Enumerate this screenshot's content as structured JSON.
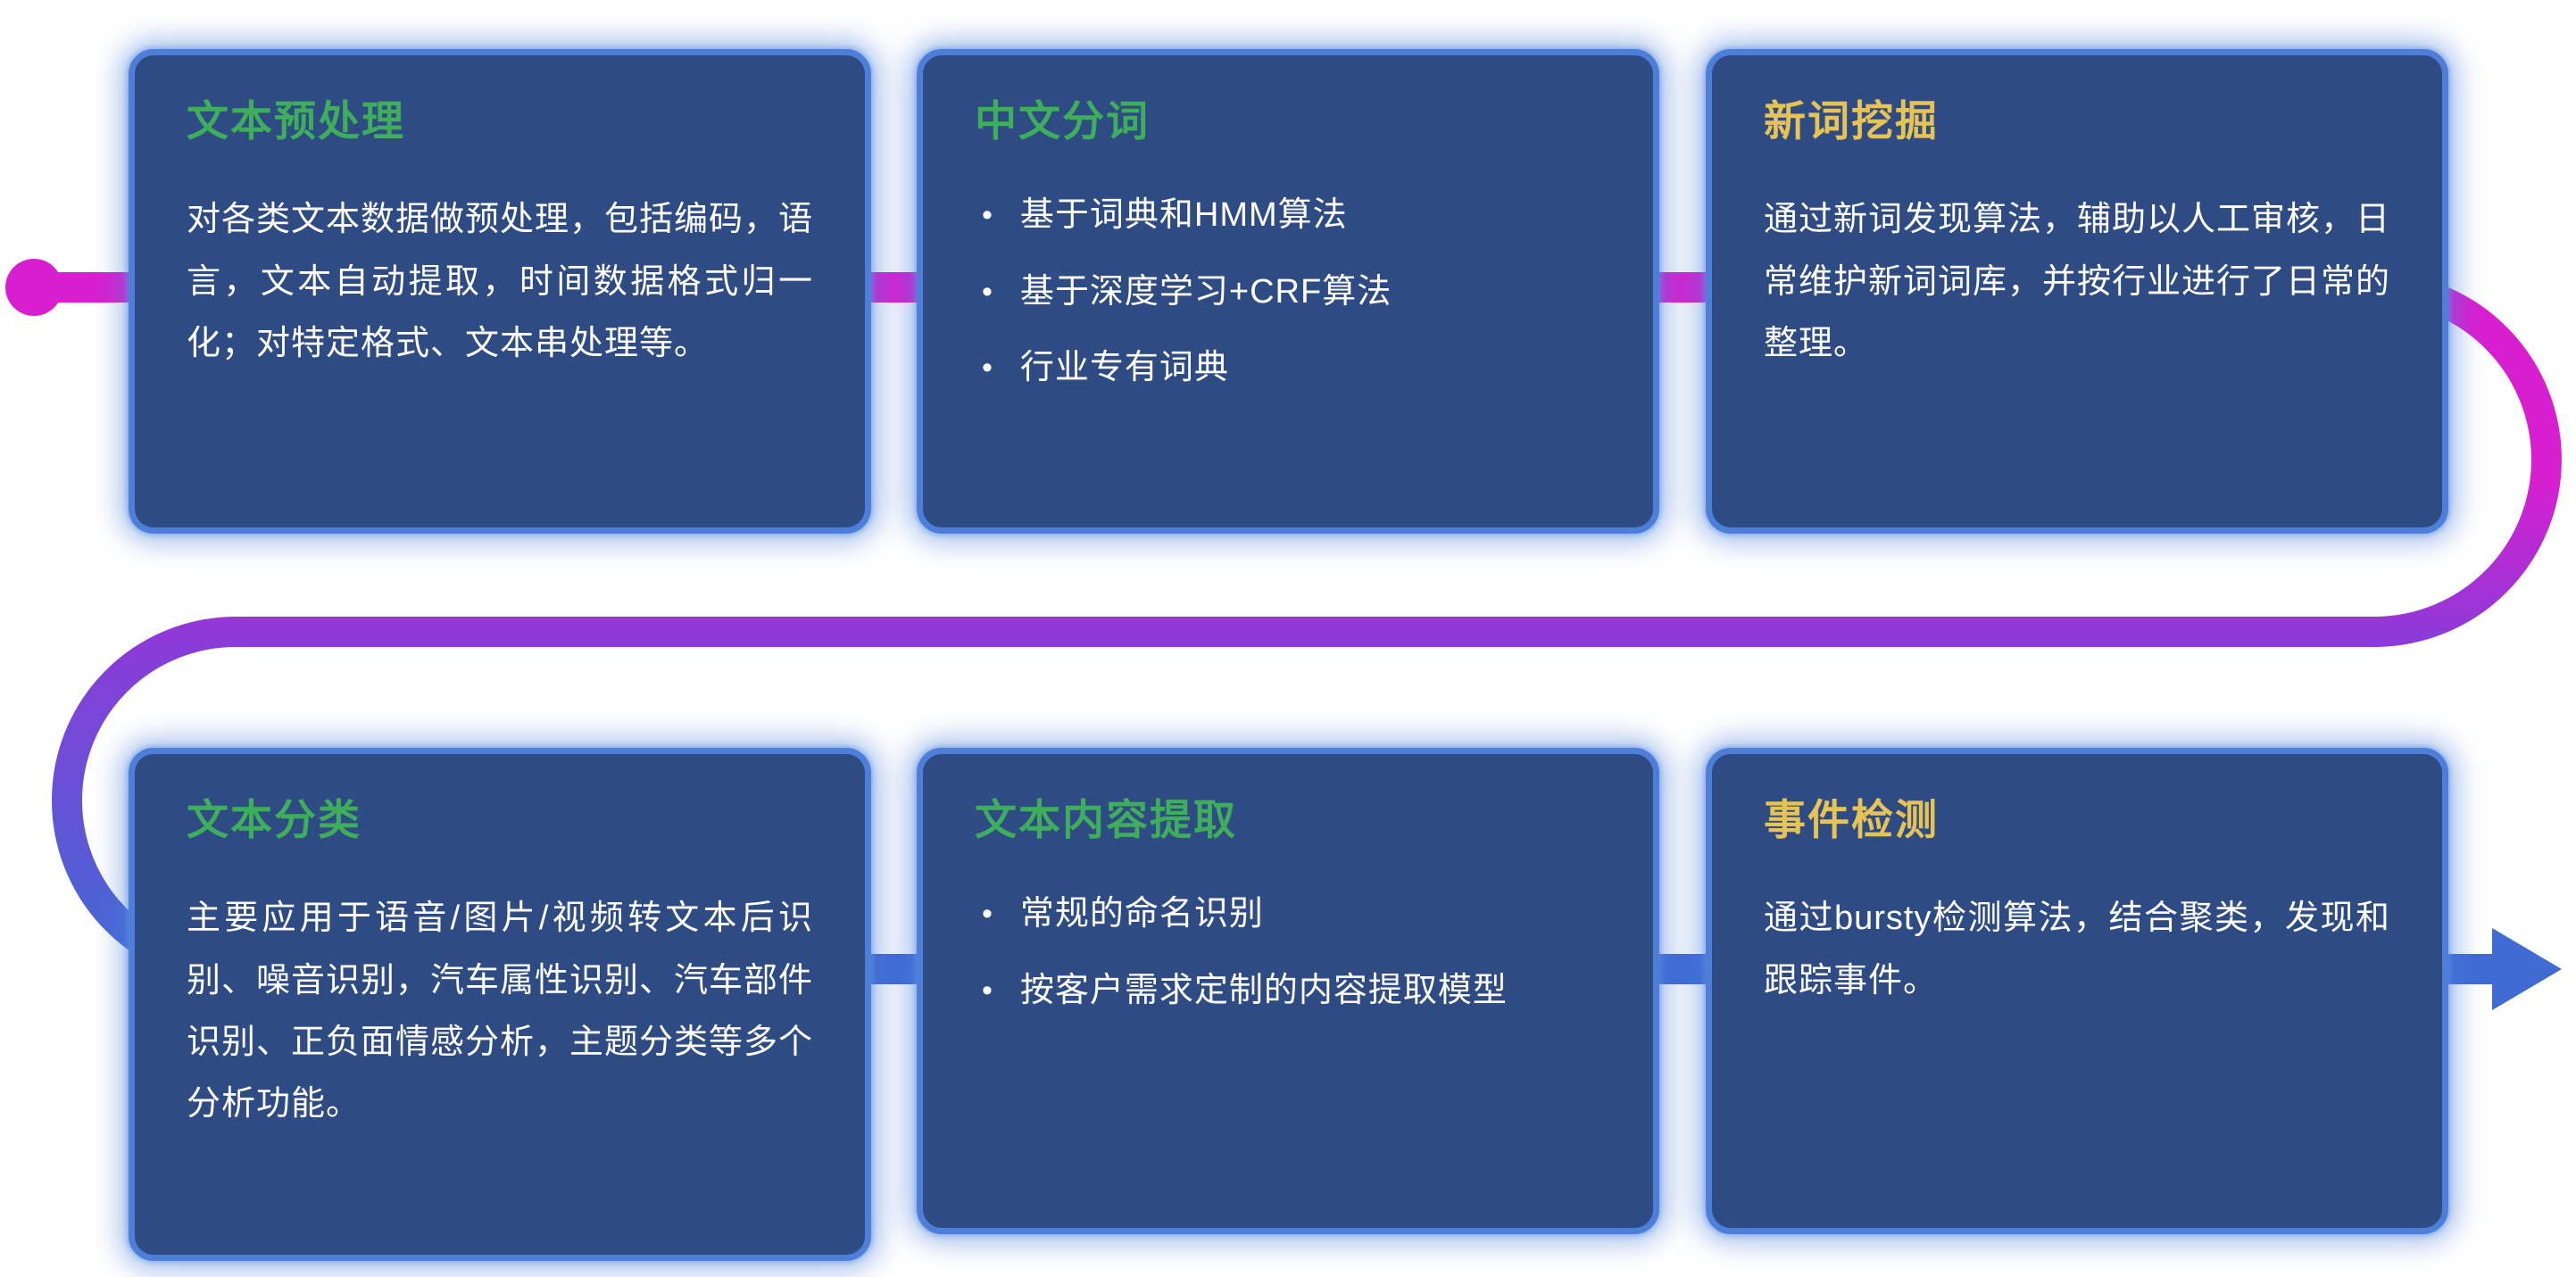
{
  "bullet_marker": "•",
  "cards": [
    {
      "title": "文本预处理",
      "title_color": "green",
      "body": "对各类文本数据做预处理，包括编码，语言，文本自动提取，时间数据格式归一化；对特定格式、文本串处理等。",
      "bullets": []
    },
    {
      "title": "中文分词",
      "title_color": "green",
      "body": "",
      "bullets": [
        "基于词典和HMM算法",
        "基于深度学习+CRF算法",
        "行业专有词典"
      ]
    },
    {
      "title": "新词挖掘",
      "title_color": "yellow",
      "body": "通过新词发现算法，辅助以人工审核，日常维护新词词库，并按行业进行了日常的整理。",
      "bullets": []
    },
    {
      "title": "文本分类",
      "title_color": "green",
      "body": "主要应用于语音/图片/视频转文本后识别、噪音识别，汽车属性识别、汽车部件识别、正负面情感分析，主题分类等多个分析功能。",
      "bullets": []
    },
    {
      "title": "文本内容提取",
      "title_color": "green",
      "body": "",
      "bullets": [
        "常规的命名识别",
        "按客户需求定制的内容提取模型"
      ]
    },
    {
      "title": "事件检测",
      "title_color": "yellow",
      "body": "通过bursty检测算法，结合聚类，发现和跟踪事件。",
      "bullets": []
    }
  ],
  "colors": {
    "background": "#FFFFFF",
    "card_background": "#2E4B84",
    "card_border_glow": "#4D7FD9",
    "title_green": "#3FAE5C",
    "title_yellow": "#E6C355",
    "body_text": "#FFFFFF",
    "flow_magenta": "#D81FD0",
    "flow_purple": "#8B3BD8",
    "flow_blue": "#3F6BD3"
  }
}
